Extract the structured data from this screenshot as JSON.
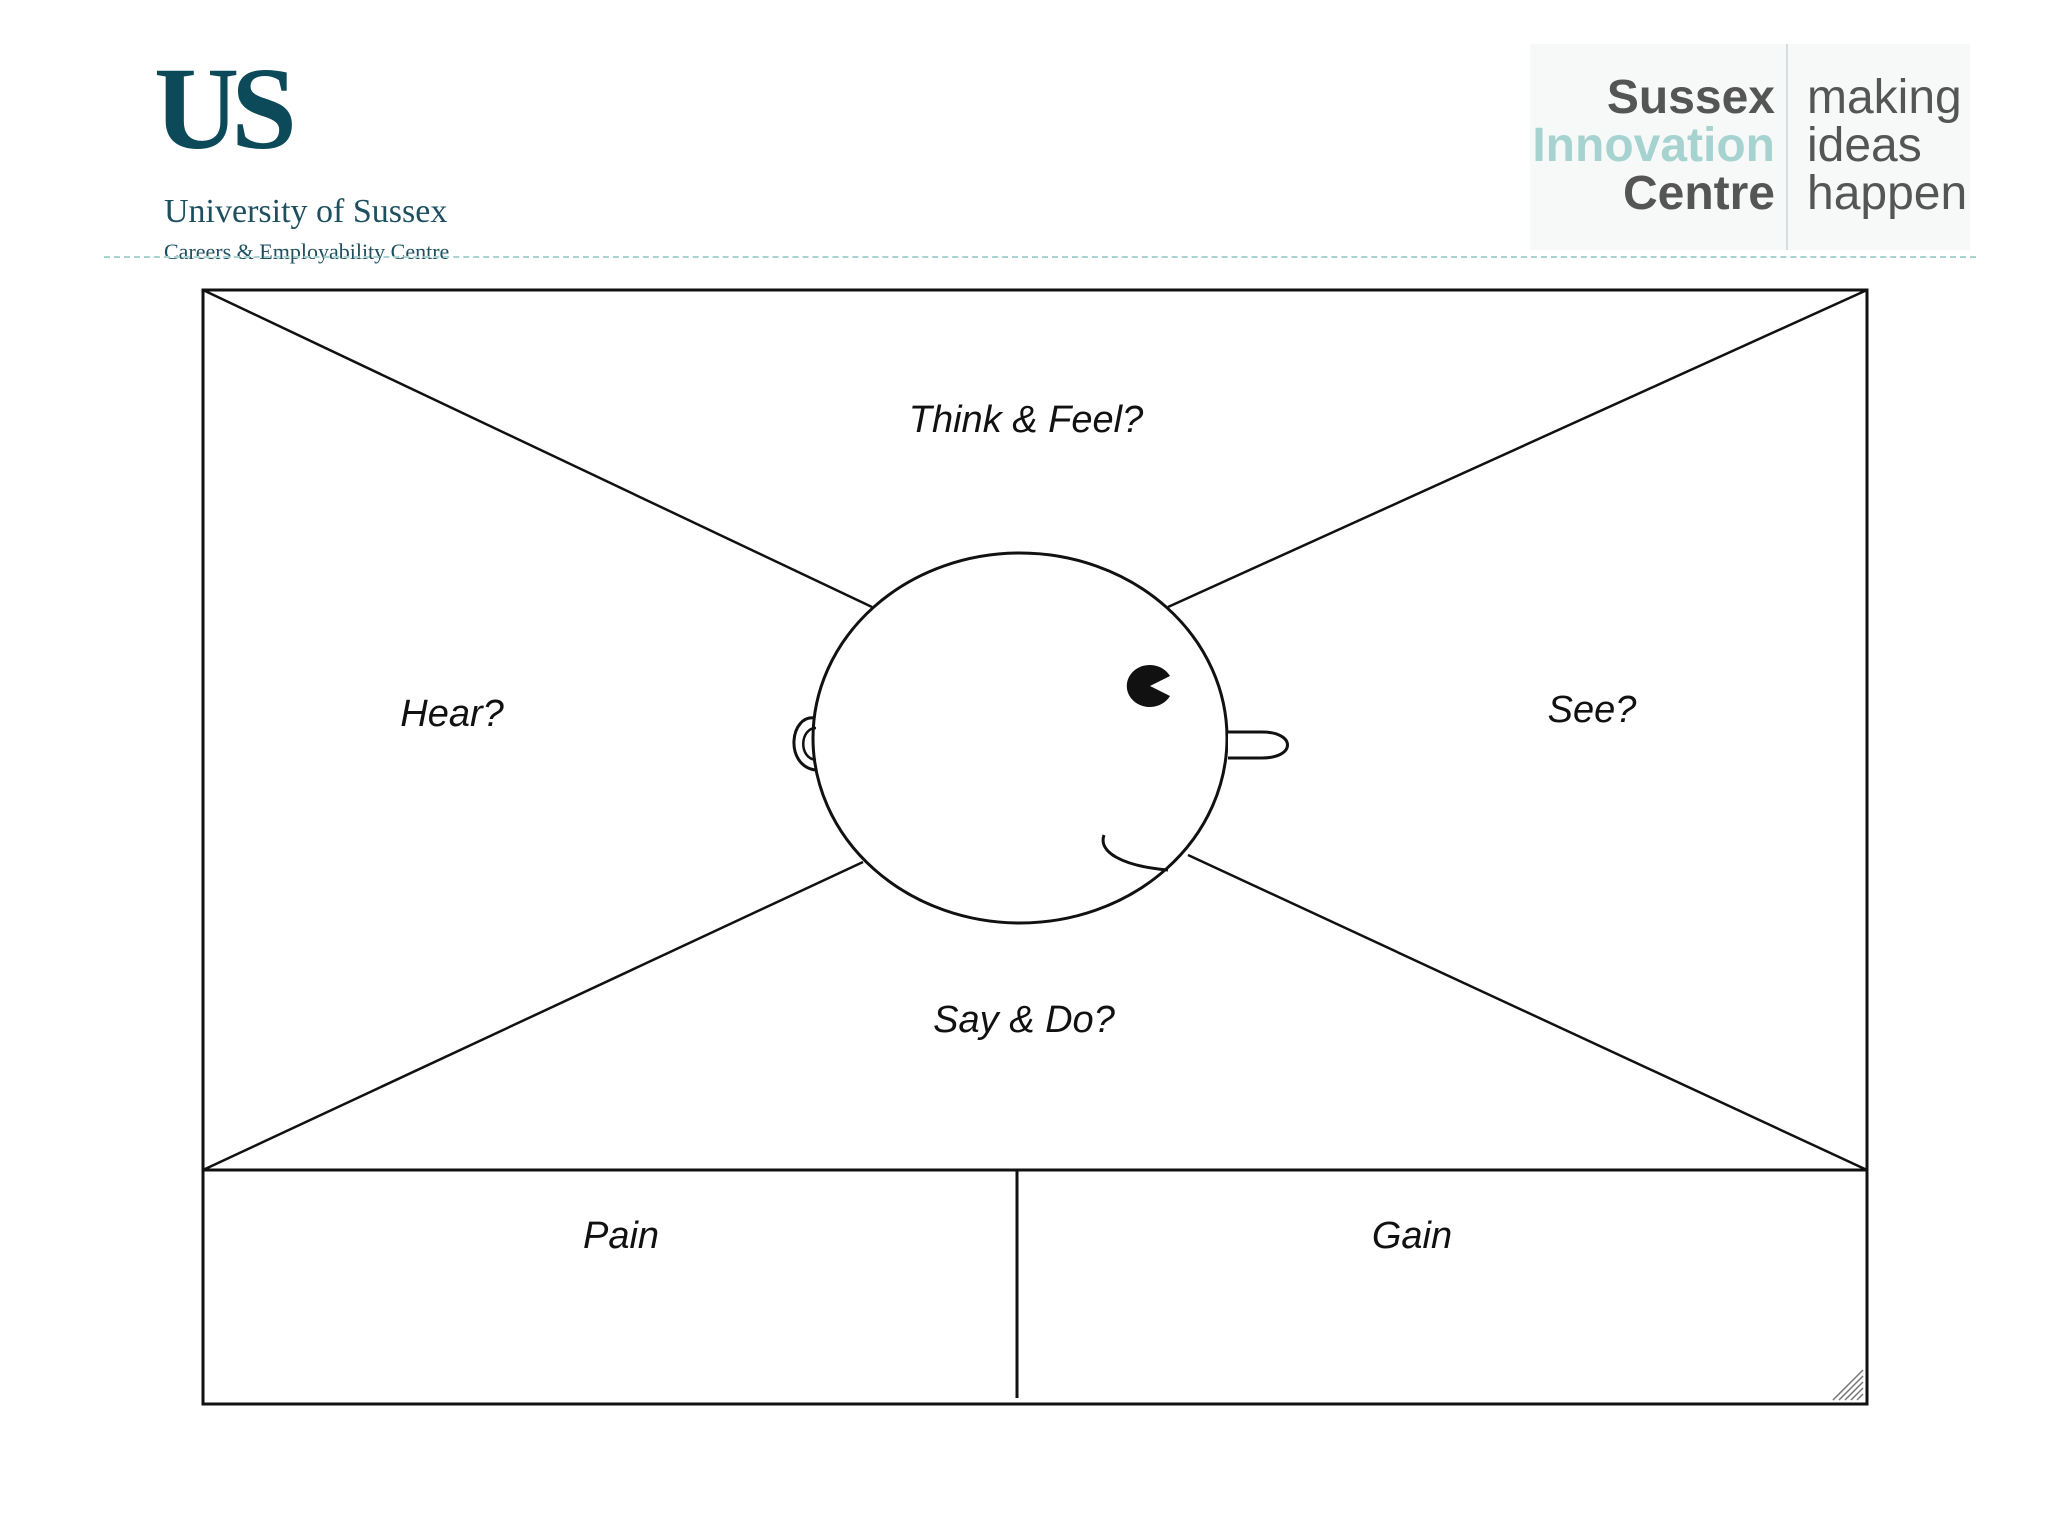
{
  "header": {
    "left_logo": {
      "mark": "US",
      "name": "University of Sussex",
      "subtitle": "Careers & Employability Centre"
    },
    "right_logo": {
      "line1": "Sussex",
      "line2": "Innovation",
      "line3": "Centre",
      "tagline1": "making",
      "tagline2": "ideas",
      "tagline3": "happen"
    }
  },
  "empathy_map": {
    "think_feel": "Think & Feel?",
    "hear": "Hear?",
    "see": "See?",
    "say_do": "Say & Do?",
    "pain": "Pain",
    "gain": "Gain"
  },
  "colors": {
    "brand_teal": "#0c4a5a",
    "innovation_mint": "#a6d3d0",
    "line": "#111111"
  }
}
